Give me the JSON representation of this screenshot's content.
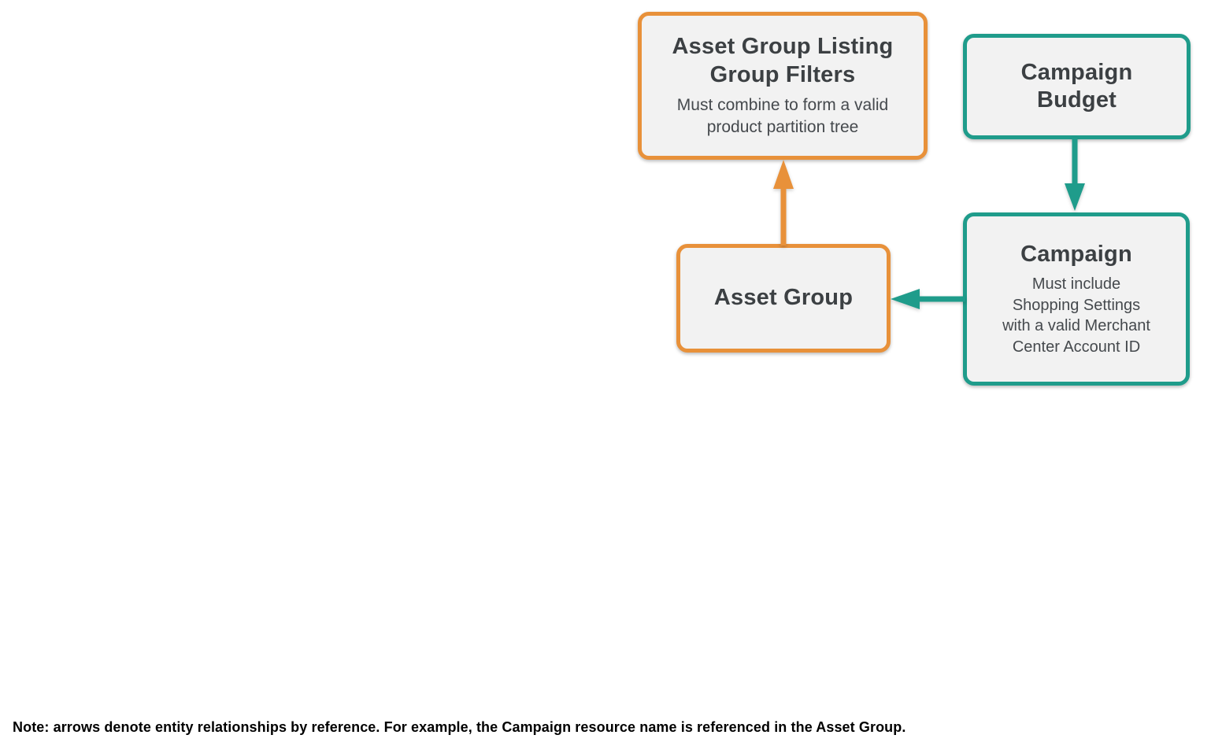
{
  "colors": {
    "background": "#FFFFFF",
    "orange": "#E8913A",
    "teal": "#1F9C8B",
    "box_fill": "#F2F2F2",
    "title_text": "#3C4043",
    "subtitle_text": "#45494D",
    "note_text": "#000000"
  },
  "nodes": {
    "listing_filters": {
      "title": "Asset Group Listing\nGroup Filters",
      "subtitle": "Must combine to form a valid\nproduct partition tree"
    },
    "campaign_budget": {
      "title": "Campaign\nBudget"
    },
    "campaign": {
      "title": "Campaign",
      "subtitle": "Must include\nShopping Settings\nwith a valid Merchant\nCenter Account ID"
    },
    "asset_group": {
      "title": "Asset Group"
    }
  },
  "arrows": [
    {
      "from": "Asset Group",
      "to": "Asset Group Listing Group Filters",
      "color": "#E8913A",
      "direction": "up"
    },
    {
      "from": "Campaign Budget",
      "to": "Campaign",
      "color": "#1F9C8B",
      "direction": "down"
    },
    {
      "from": "Campaign",
      "to": "Asset Group",
      "color": "#1F9C8B",
      "direction": "left"
    }
  ],
  "note": "Note: arrows denote entity relationships by reference. For example, the Campaign resource name is referenced in the Asset Group."
}
